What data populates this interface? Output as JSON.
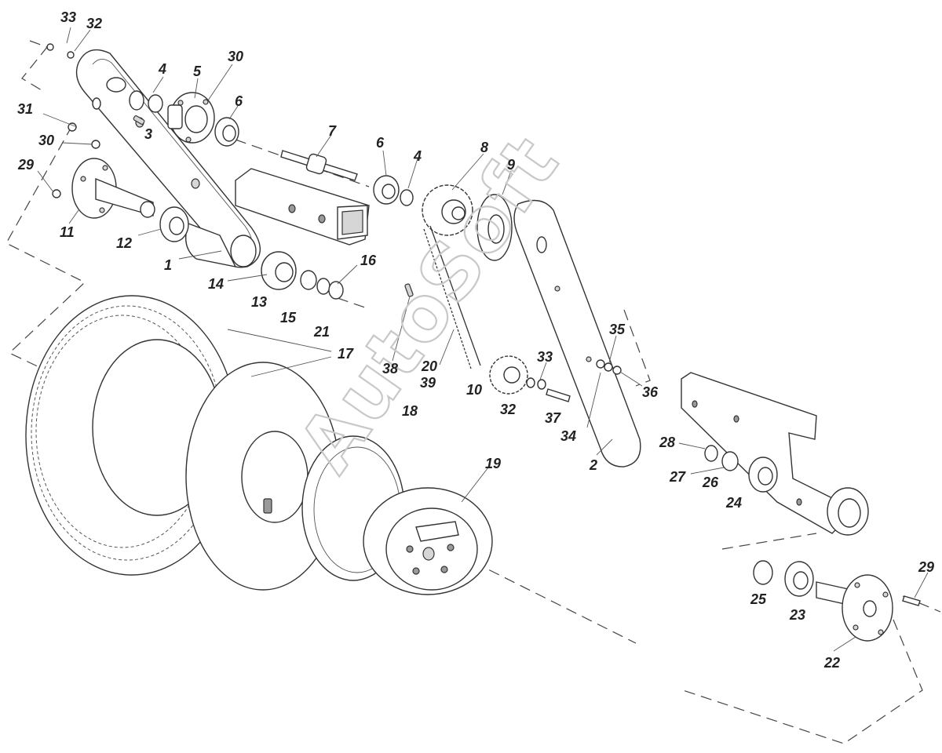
{
  "diagram": {
    "watermark": "AutoSoft",
    "callouts": [
      {
        "id": "1",
        "text": "1"
      },
      {
        "id": "2",
        "text": "2"
      },
      {
        "id": "3",
        "text": "3"
      },
      {
        "id": "4a",
        "text": "4"
      },
      {
        "id": "4b",
        "text": "4"
      },
      {
        "id": "5",
        "text": "5"
      },
      {
        "id": "6a",
        "text": "6"
      },
      {
        "id": "6b",
        "text": "6"
      },
      {
        "id": "7",
        "text": "7"
      },
      {
        "id": "8",
        "text": "8"
      },
      {
        "id": "9",
        "text": "9"
      },
      {
        "id": "10",
        "text": "10"
      },
      {
        "id": "11",
        "text": "11"
      },
      {
        "id": "12",
        "text": "12"
      },
      {
        "id": "13",
        "text": "13"
      },
      {
        "id": "14",
        "text": "14"
      },
      {
        "id": "15",
        "text": "15"
      },
      {
        "id": "16",
        "text": "16"
      },
      {
        "id": "17",
        "text": "17"
      },
      {
        "id": "18",
        "text": "18"
      },
      {
        "id": "19",
        "text": "19"
      },
      {
        "id": "20",
        "text": "20"
      },
      {
        "id": "21",
        "text": "21"
      },
      {
        "id": "22",
        "text": "22"
      },
      {
        "id": "23",
        "text": "23"
      },
      {
        "id": "24",
        "text": "24"
      },
      {
        "id": "25",
        "text": "25"
      },
      {
        "id": "26",
        "text": "26"
      },
      {
        "id": "27",
        "text": "27"
      },
      {
        "id": "28",
        "text": "28"
      },
      {
        "id": "29a",
        "text": "29"
      },
      {
        "id": "29b",
        "text": "29"
      },
      {
        "id": "30a",
        "text": "30"
      },
      {
        "id": "30b",
        "text": "30"
      },
      {
        "id": "31",
        "text": "31"
      },
      {
        "id": "32a",
        "text": "32"
      },
      {
        "id": "32b",
        "text": "32"
      },
      {
        "id": "33a",
        "text": "33"
      },
      {
        "id": "33b",
        "text": "33"
      },
      {
        "id": "34",
        "text": "34"
      },
      {
        "id": "35",
        "text": "35"
      },
      {
        "id": "36",
        "text": "36"
      },
      {
        "id": "37",
        "text": "37"
      },
      {
        "id": "38",
        "text": "38"
      },
      {
        "id": "39",
        "text": "39"
      }
    ]
  }
}
